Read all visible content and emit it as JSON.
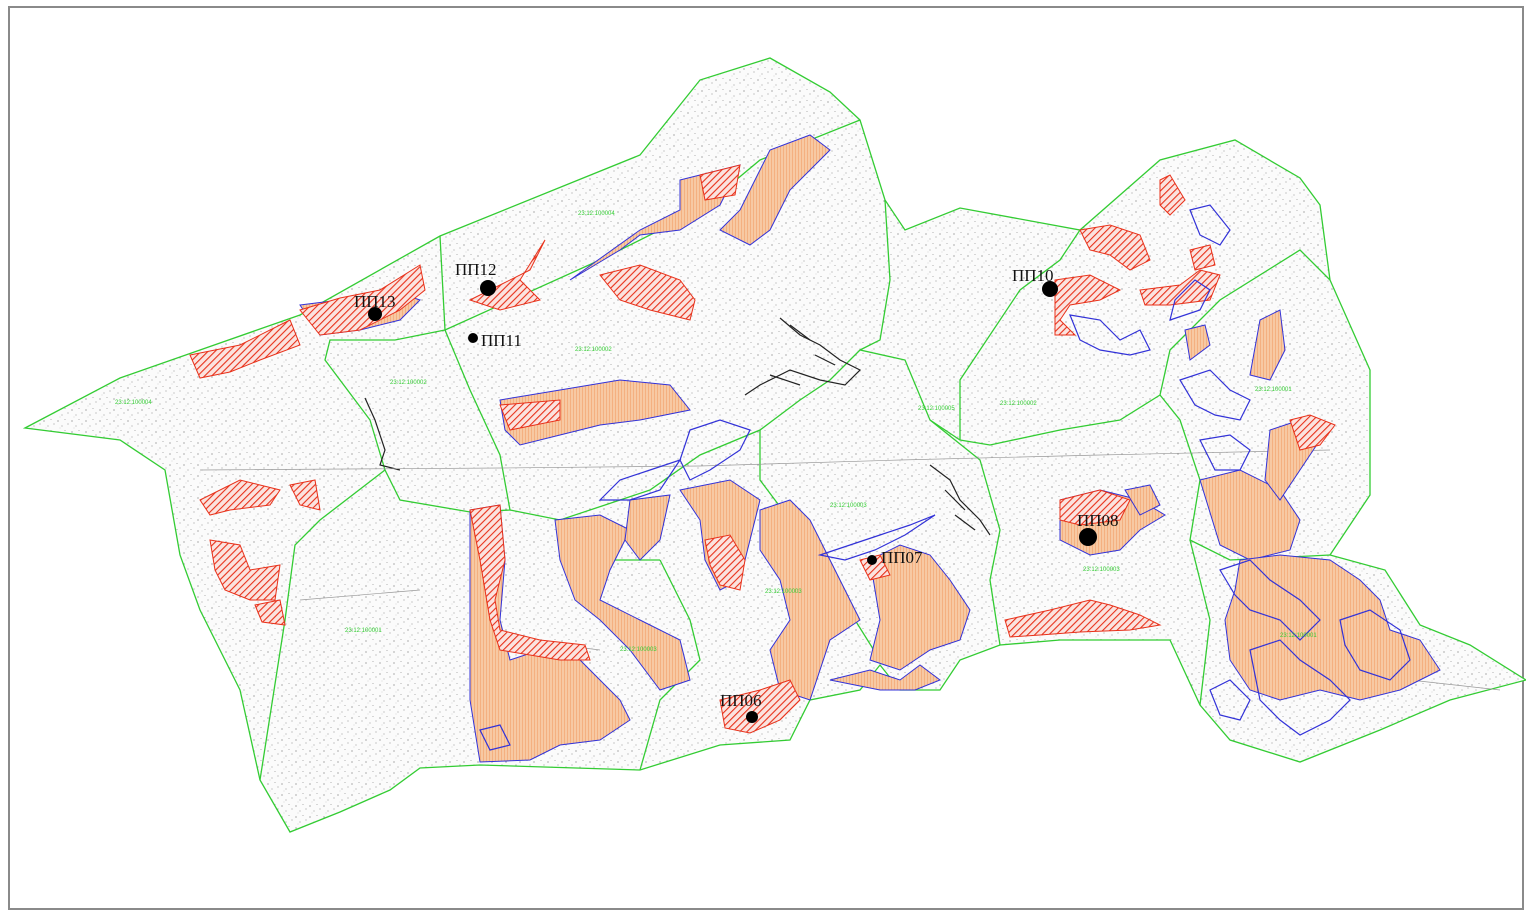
{
  "map": {
    "colors": {
      "boundary": "#33cc33",
      "red_hatch": "#e8311a",
      "orange_fill": "#f7c9a3",
      "orange_hatch": "#f08a4b",
      "blue_outline": "#3232d8",
      "marker": "#000000"
    },
    "points": [
      {
        "id": "p13",
        "label": "ПП13"
      },
      {
        "id": "p12",
        "label": "ПП12"
      },
      {
        "id": "p11",
        "label": "ПП11"
      },
      {
        "id": "p10",
        "label": "ПП10"
      },
      {
        "id": "p09",
        "label": "ПП08"
      },
      {
        "id": "p07",
        "label": "ПП07"
      },
      {
        "id": "p06",
        "label": "ПП06"
      }
    ],
    "cadastral_labels": [
      "23:12:100004",
      "23:12:100002",
      "23:12:100002",
      "23:12:100004",
      "23:12:100001",
      "23:12:100003",
      "23:12:100003",
      "23:12:100003",
      "23:12:100003",
      "23:12:100002",
      "23:12:100001",
      "23:12:100001",
      "23:12:100005"
    ]
  }
}
